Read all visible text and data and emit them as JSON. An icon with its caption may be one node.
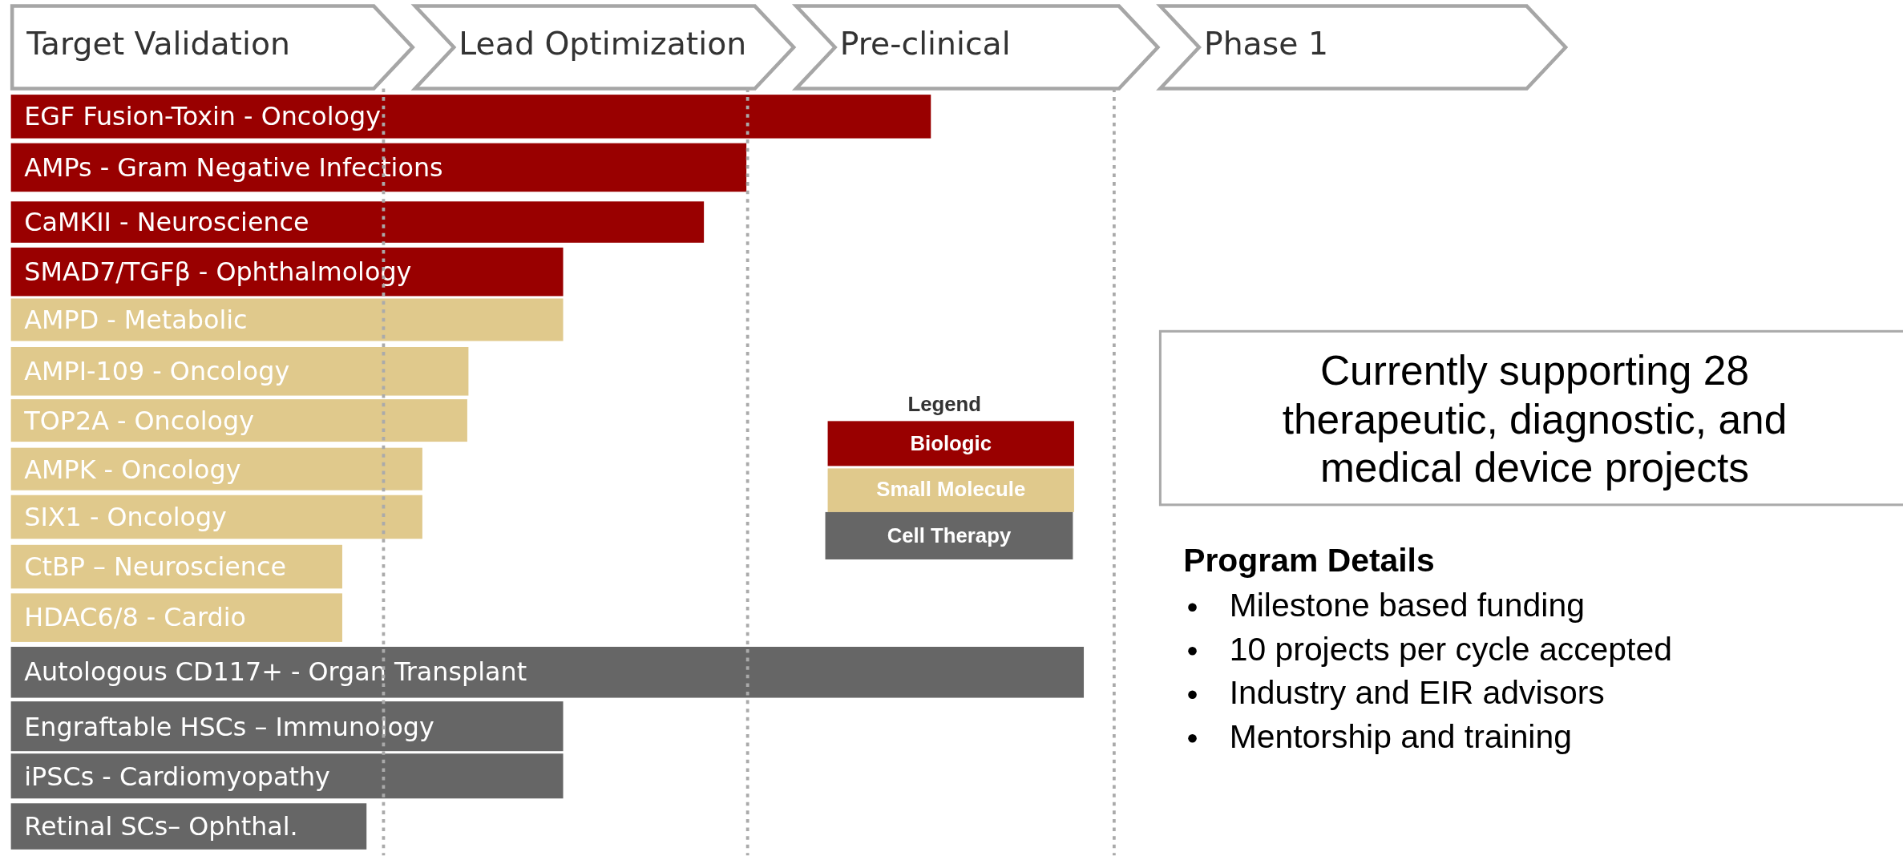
{
  "diagram": {
    "nodes": [
      {
        "text": [
          "Target Validation"
        ]
      },
      {
        "text": [
          "Lead Optimization"
        ]
      },
      {
        "text": [
          "Pre-clinical"
        ]
      },
      {
        "text": [
          "Phase 1"
        ]
      },
      {
        "text": [
          "EGF Fusion-Toxin - Oncology"
        ]
      },
      {
        "text": [
          "AMPs - Gram Negative Infections"
        ]
      },
      {
        "text": [
          "CaMKII - Neuroscience"
        ]
      },
      {
        "text": [
          "SMAD7/TGFβ - Ophthalmology"
        ]
      },
      {
        "text": [
          "AMPD - Metabolic"
        ]
      },
      {
        "text": [
          "AMPI-109 - Oncology"
        ]
      },
      {
        "text": [
          "TOP2A - Oncology"
        ]
      },
      {
        "text": [
          "AMPK - Oncology"
        ]
      },
      {
        "text": [
          "SIX1 - Oncology"
        ]
      },
      {
        "text": [
          "CtBP – Neuroscience"
        ]
      },
      {
        "text": [
          "HDAC6/8 - Cardio"
        ]
      },
      {
        "text": [
          "Autologous CD117+ - Organ Transplant"
        ]
      },
      {
        "text": [
          "Engraftable HSCs – Immunology"
        ]
      },
      {
        "text": [
          "iPSCs - Cardiomyopathy"
        ]
      },
      {
        "text": [
          "Retinal SCs– Ophthal."
        ]
      },
      {
        "text": [
          "Currently supporting 28 therapeutic, diagnostic, and medical device projects"
        ]
      }
    ],
    "edges": [],
    "labels": [
      "Legend",
      "Program Details",
      "Milestone based funding",
      "10 projects per cycle accepted",
      "Industry and EIR advisors",
      "Mentorship and training"
    ],
    "legend": [
      {
        "text": "Biologic",
        "color": "#990000"
      },
      {
        "text": "Small Molecule",
        "color": "#e0c98c"
      },
      {
        "text": "Cell Therapy",
        "color": "#666666"
      }
    ]
  }
}
